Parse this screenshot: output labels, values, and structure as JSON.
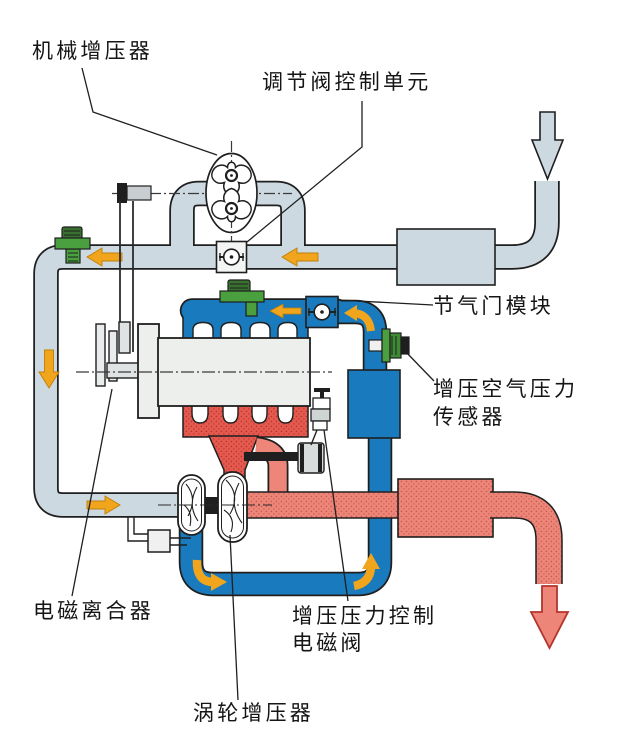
{
  "diagram": {
    "labels": {
      "mechanical_supercharger": "机械增压器",
      "regulating_valve_control_unit": "调节阀控制单元",
      "throttle_module": "节气门模块",
      "boost_air_pressure_sensor_l1": "增压空气压力",
      "boost_air_pressure_sensor_l2": "传感器",
      "electromagnetic_clutch": "电磁离合器",
      "boost_pressure_control_valve_l1": "增压压力控制",
      "boost_pressure_control_valve_l2": "电磁阀",
      "turbocharger": "涡轮增压器"
    },
    "colors": {
      "pipe_gray": "#cdd9e0",
      "charge_air_blue": "#1a7abe",
      "exhaust_red": "#e7594e",
      "exhaust_salmon": "#ee8579",
      "arrow_orange": "#f1a51d",
      "sensor_green": "#4aa03e",
      "engine_gray": "#edefed",
      "outline": "#1f1f1f",
      "background": "#ffffff"
    }
  }
}
